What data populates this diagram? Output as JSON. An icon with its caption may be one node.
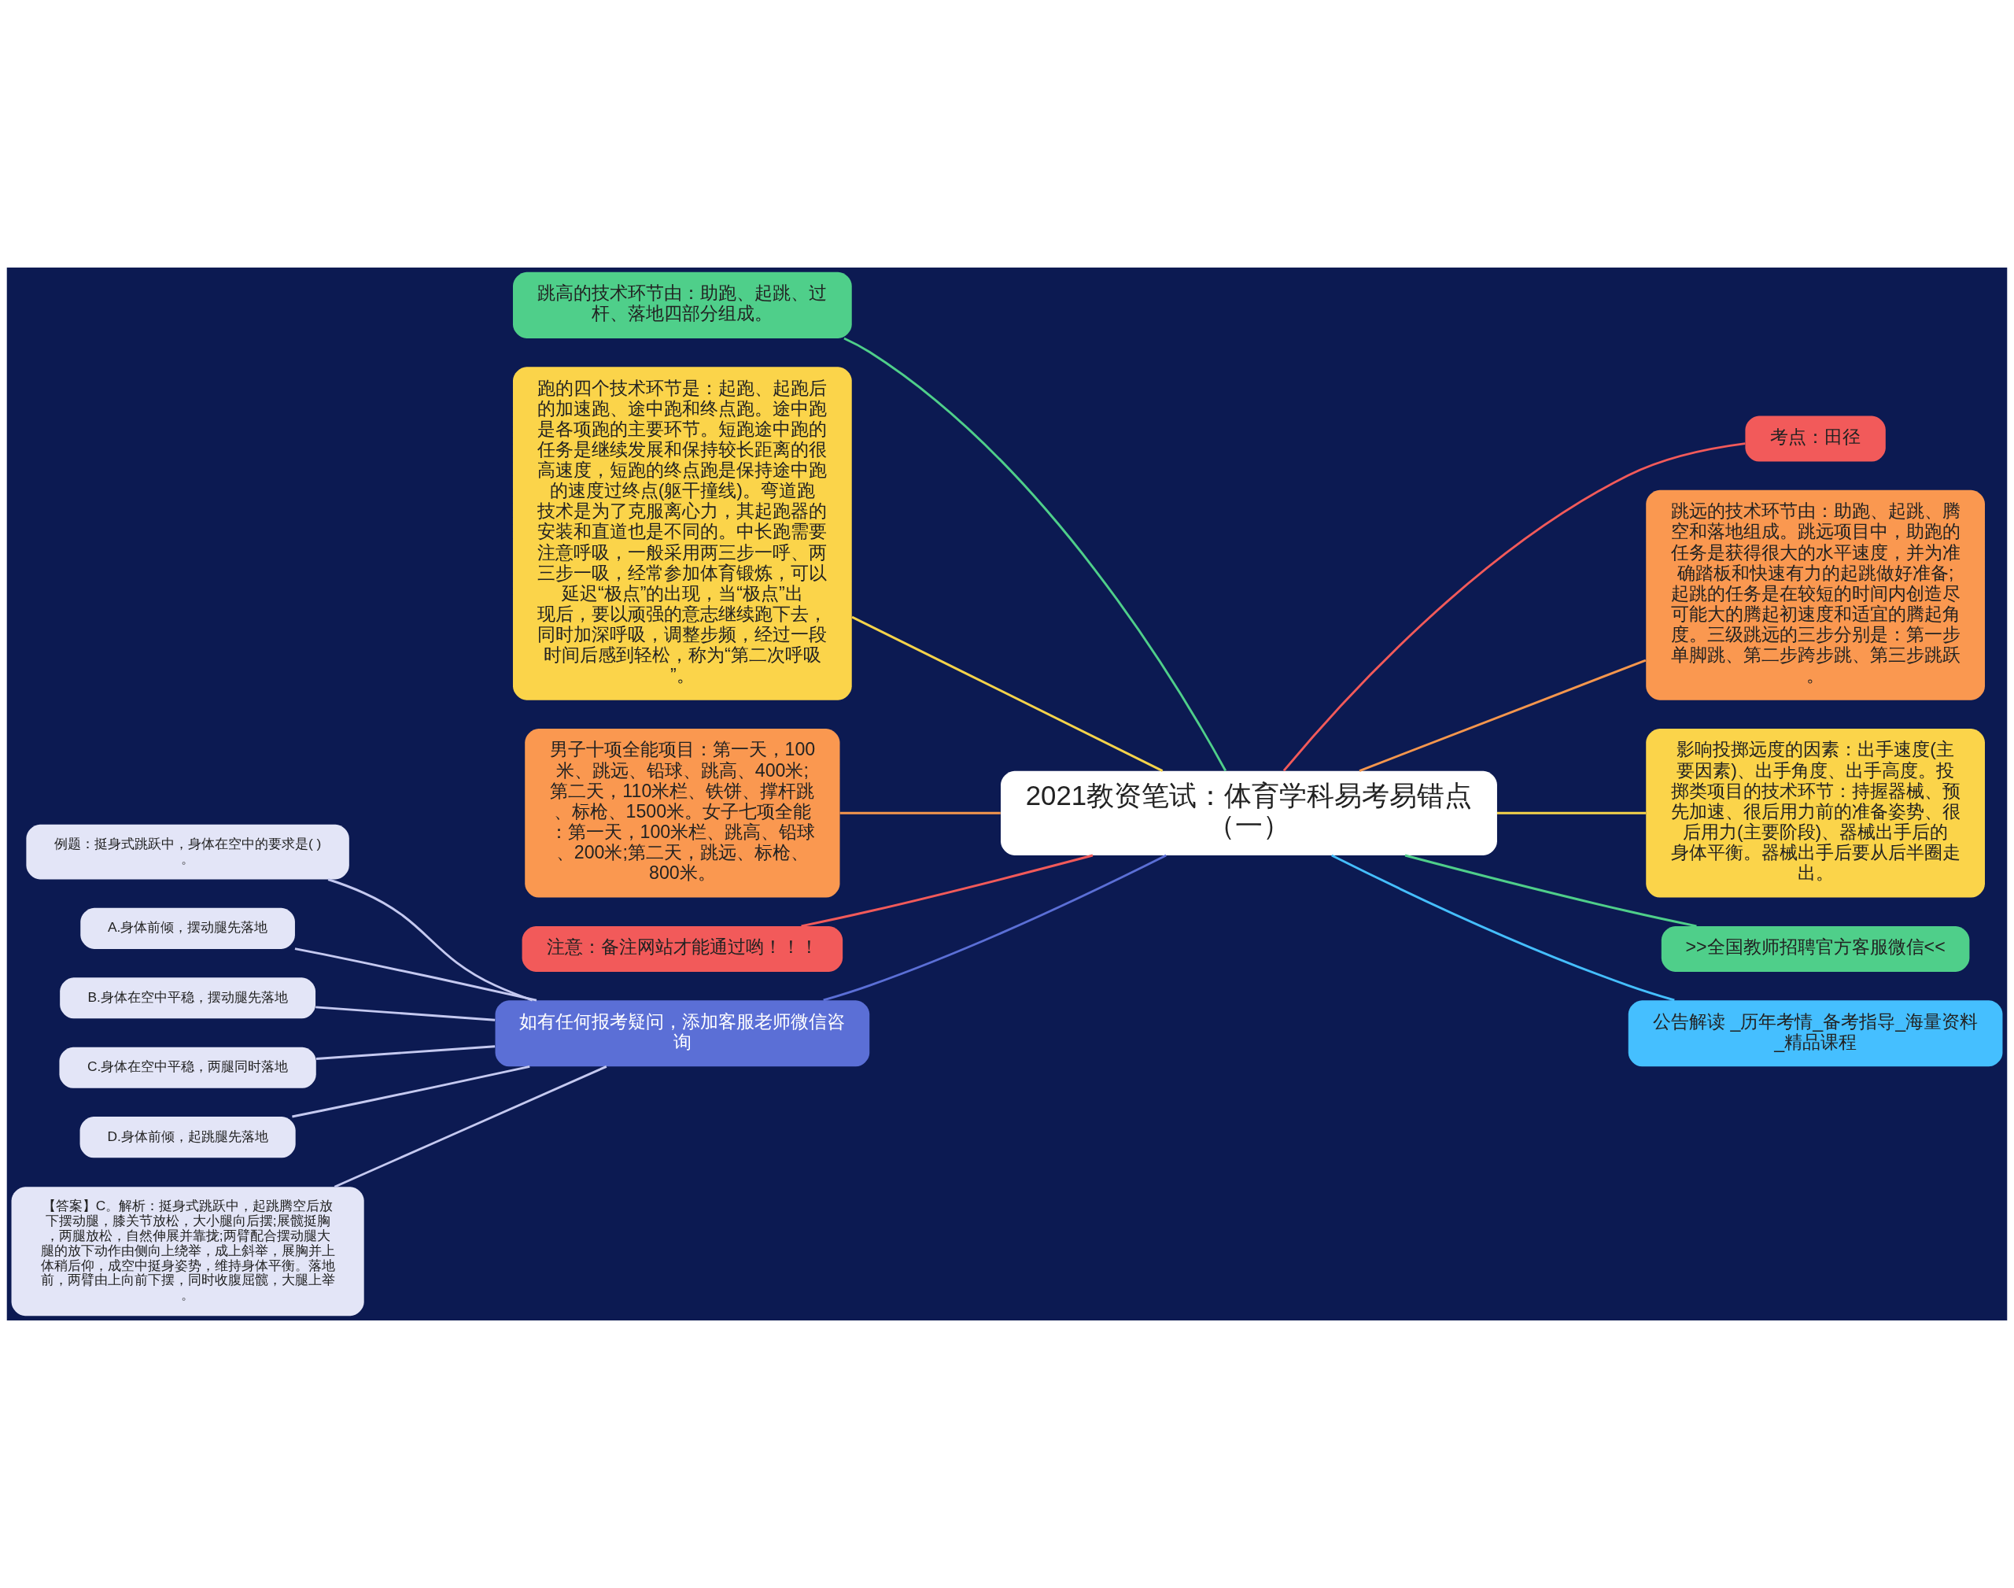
{
  "diagram": {
    "nodes": [
      {
        "text": [
          "2021教资笔试：体育学科易考易错点（一）"
        ]
      },
      {
        "text": [
          "跳高的技术环节由：助跑、起跳、过杆、落地四部分组成。"
        ]
      },
      {
        "text": [
          "跑的四个技术环节是：起跑、起跑后的加速跑、途中跑和终点跑。途中跑是各项跑的主要环节。短跑途中跑的任务是继续发展和保持较长距离的很高速度，短跑的终点跑是保持途中跑的速度过终点(躯干撞线)。弯道跑技术是为了克服离心力，其起跑器的安装和直道也是不同的。中长跑需要注意呼吸，一般采用两三步一呼、两三步一吸，经常参加体育锻炼，可以延迟“极点”的出现，当“极点”出现后，要以顽强的意志继续跑下去，同时加深呼吸，调整步频，经过一段时间后感到轻松，称为“第二次呼吸”。"
        ]
      },
      {
        "text": [
          "男子十项全能项目：第一天，100米、跳远、铅球、跳高、400米;第二天，110米栏、铁饼、撑杆跳、标枪、1500米。女子七项全能：第一天，100米栏、跳高、铅球、200米;第二天，跳远、标枪、800米。"
        ]
      },
      {
        "text": [
          "注意：备注网站才能通过哟！！！"
        ]
      },
      {
        "text": [
          "如有任何报考疑问，添加客服老师微信咨询"
        ]
      },
      {
        "text": [
          "例题：挺身式跳跃中，身体在空中的要求是( )。"
        ]
      },
      {
        "text": [
          "A.身体前倾，摆动腿先落地"
        ]
      },
      {
        "text": [
          "B.身体在空中平稳，摆动腿先落地"
        ]
      },
      {
        "text": [
          "C.身体在空中平稳，两腿同时落地"
        ]
      },
      {
        "text": [
          "D.身体前倾，起跳腿先落地"
        ]
      },
      {
        "text": [
          "【答案】C。解析：挺身式跳跃中，起跳腾空后放下摆动腿，膝关节放松，大小腿向后摆;展髋挺胸，两腿放松，自然伸展并靠拢;两臂配合摆动腿大腿的放下动作由侧向上绕举，成上斜举，展胸并上体稍后仰，成空中挺身姿势，维持身体平衡。落地前，两臂由上向前下摆，同时收腹屈髋，大腿上举。"
        ]
      },
      {
        "text": [
          "考点：田径"
        ]
      },
      {
        "text": [
          "跳远的技术环节由：助跑、起跳、腾空和落地组成。跳远项目中，助跑的任务是获得很大的水平速度，并为准确踏板和快速有力的起跳做好准备;起跳的任务是在较短的时间内创造尽可能大的腾起初速度和适宜的腾起角度。三级跳远的三步分别是：第一步单脚跳、第二步跨步跳、第三步跳跃。"
        ]
      },
      {
        "text": [
          "影响投掷远度的因素：出手速度(主要因素)、出手角度、出手高度。投掷类项目的技术环节：持握器械、预先加速、很后用力前的准备姿势、很后用力(主要阶段)、器械出手后的身体平衡。器械出手后要从后半圈走出。"
        ]
      },
      {
        "text": [
          ">>全国教师招聘官方客服微信<<"
        ]
      },
      {
        "text": [
          "公告解读 _历年考情_备考指导_海量资料_精品课程"
        ]
      }
    ],
    "edges": [
      {
        "from": 0,
        "to": 1,
        "arrow": "none",
        "color": "#4fcf8a"
      },
      {
        "from": 0,
        "to": 2,
        "arrow": "none",
        "color": "#f5d34a"
      },
      {
        "from": 0,
        "to": 3,
        "arrow": "none",
        "color": "#f5964d"
      },
      {
        "from": 0,
        "to": 4,
        "arrow": "none",
        "color": "#f25a5a"
      },
      {
        "from": 0,
        "to": 5,
        "arrow": "none",
        "color": "#5b6fd6"
      },
      {
        "from": 5,
        "to": 6,
        "arrow": "none",
        "color": "#c5c9f0"
      },
      {
        "from": 5,
        "to": 7,
        "arrow": "none",
        "color": "#c5c9f0"
      },
      {
        "from": 5,
        "to": 8,
        "arrow": "none",
        "color": "#c5c9f0"
      },
      {
        "from": 5,
        "to": 9,
        "arrow": "none",
        "color": "#c5c9f0"
      },
      {
        "from": 5,
        "to": 10,
        "arrow": "none",
        "color": "#c5c9f0"
      },
      {
        "from": 5,
        "to": 11,
        "arrow": "none",
        "color": "#c5c9f0"
      },
      {
        "from": 0,
        "to": 12,
        "arrow": "none",
        "color": "#f25a5a"
      },
      {
        "from": 0,
        "to": 13,
        "arrow": "none",
        "color": "#f5964d"
      },
      {
        "from": 0,
        "to": 14,
        "arrow": "none",
        "color": "#f5d34a"
      },
      {
        "from": 0,
        "to": 15,
        "arrow": "none",
        "color": "#4fcf8a"
      },
      {
        "from": 0,
        "to": 16,
        "arrow": "none",
        "color": "#45bfff"
      }
    ]
  }
}
